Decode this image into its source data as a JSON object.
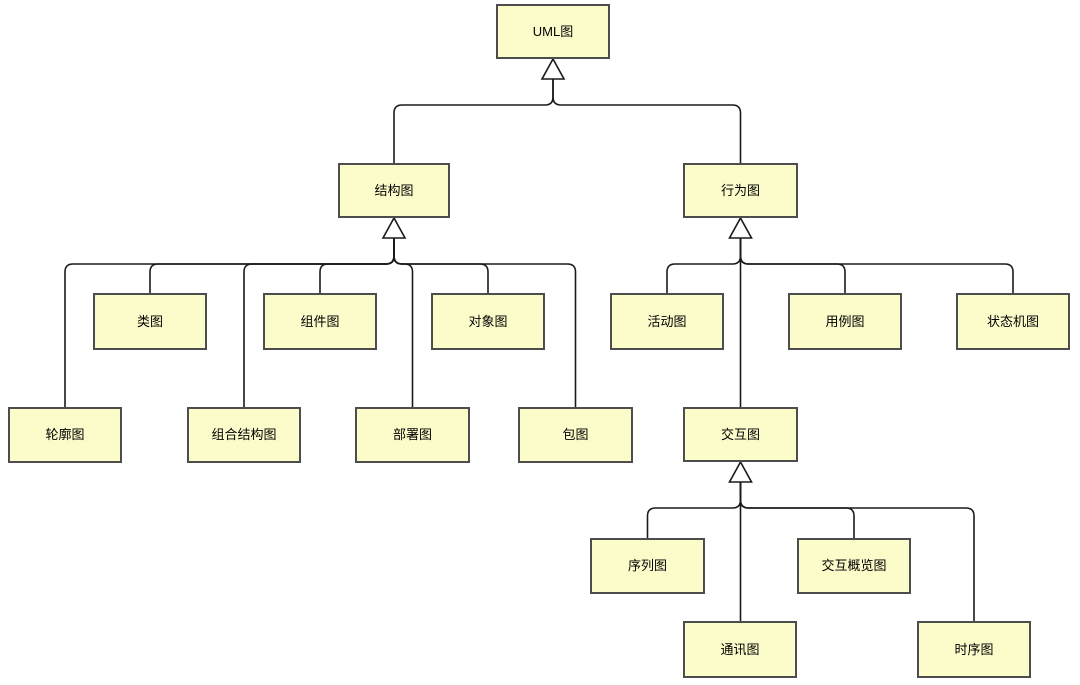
{
  "diagram": {
    "type": "tree",
    "root_label": "UML图",
    "arrow_style": "hollow-triangle-generalization",
    "nodes": [
      {
        "id": "uml",
        "label": "UML图",
        "parent": null
      },
      {
        "id": "structure",
        "label": "结构图",
        "parent": "uml"
      },
      {
        "id": "behavior",
        "label": "行为图",
        "parent": "uml"
      },
      {
        "id": "class",
        "label": "类图",
        "parent": "structure"
      },
      {
        "id": "component",
        "label": "组件图",
        "parent": "structure"
      },
      {
        "id": "object",
        "label": "对象图",
        "parent": "structure"
      },
      {
        "id": "profile",
        "label": "轮廓图",
        "parent": "structure"
      },
      {
        "id": "composite",
        "label": "组合结构图",
        "parent": "structure"
      },
      {
        "id": "deployment",
        "label": "部署图",
        "parent": "structure"
      },
      {
        "id": "package",
        "label": "包图",
        "parent": "structure"
      },
      {
        "id": "activity",
        "label": "活动图",
        "parent": "behavior"
      },
      {
        "id": "usecase",
        "label": "用例图",
        "parent": "behavior"
      },
      {
        "id": "statemachine",
        "label": "状态机图",
        "parent": "behavior"
      },
      {
        "id": "interaction",
        "label": "交互图",
        "parent": "behavior"
      },
      {
        "id": "sequence",
        "label": "序列图",
        "parent": "interaction"
      },
      {
        "id": "overview",
        "label": "交互概览图",
        "parent": "interaction"
      },
      {
        "id": "communication",
        "label": "通讯图",
        "parent": "interaction"
      },
      {
        "id": "timing",
        "label": "时序图",
        "parent": "interaction"
      }
    ],
    "colors": {
      "node_fill": "#fcfccb",
      "node_border": "#4d4d4d",
      "line": "#1a1a1a",
      "arrow_fill": "#ffffff",
      "background": "#ffffff",
      "text": "#000000"
    }
  }
}
